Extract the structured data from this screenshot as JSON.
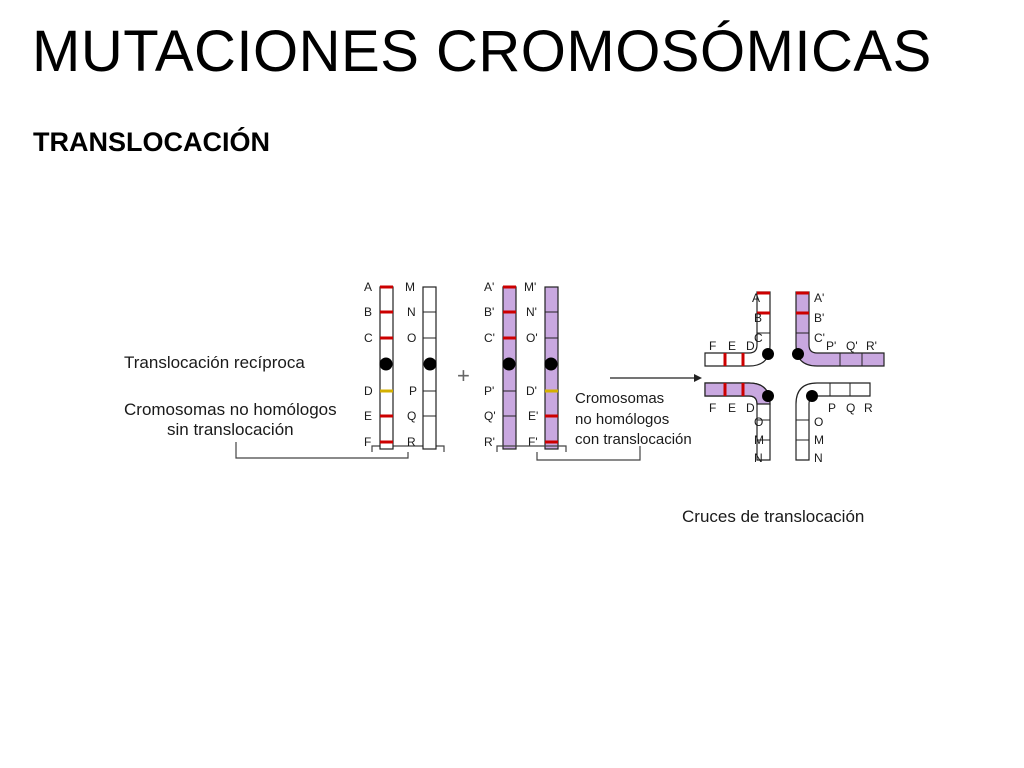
{
  "slide": {
    "title": "MUTACIONES CROMOSÓMICAS",
    "subtitle": "TRANSLOCACIÓN"
  },
  "diagram": {
    "label_reciprocal": "Translocación recíproca",
    "label_nonhomologous_line1": "Cromosomas no homólogos",
    "label_nonhomologous_line2": "sin translocación",
    "label_translocated_line1": "Cromosomas",
    "label_translocated_line2": "no homólogos",
    "label_translocated_line3": "con translocación",
    "plus_sign": "+",
    "label_crosses": "Cruces de translocación",
    "chrom1_genes": [
      "A",
      "B",
      "C",
      "D",
      "E",
      "F"
    ],
    "chrom2_genes": [
      "M",
      "N",
      "O",
      "P",
      "Q",
      "R"
    ],
    "chrom3_genes": [
      "A'",
      "B'",
      "C'",
      "P'",
      "Q'",
      "R'"
    ],
    "chrom4_genes": [
      "M'",
      "N'",
      "O'",
      "D'",
      "E'",
      "F'"
    ],
    "cross": {
      "top_left_vertical": [
        "A",
        "B",
        "C"
      ],
      "top_left_horizontal": [
        "F",
        "E",
        "D"
      ],
      "top_right_vertical": [
        "A'",
        "B'",
        "C'"
      ],
      "top_right_horizontal": [
        "P'",
        "Q'",
        "R'"
      ],
      "bottom_left_horizontal": [
        "F",
        "E",
        "D"
      ],
      "bottom_left_vertical": [
        "O",
        "M",
        "N"
      ],
      "bottom_right_horizontal": [
        "P",
        "Q",
        "R"
      ],
      "bottom_right_vertical": [
        "O",
        "M",
        "N"
      ]
    },
    "colors": {
      "band": "#cc0000",
      "band_alt": "#d4b000",
      "translocated_fill": "#c9a8e0",
      "outline": "#222222",
      "centromere": "#000000"
    }
  }
}
